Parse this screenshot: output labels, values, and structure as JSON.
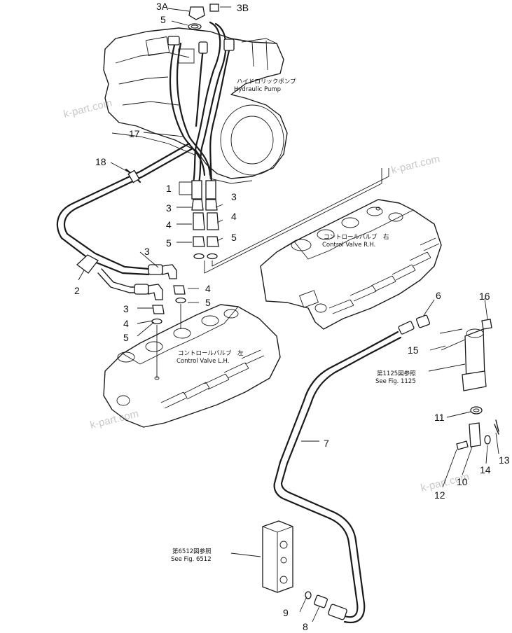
{
  "watermark": "k-part.com",
  "callouts": {
    "c3A": "3A",
    "c3B": "3B",
    "c5top": "5",
    "c17": "17",
    "c18": "18",
    "c1": "1",
    "c3L": "3",
    "c4L": "4",
    "c5L": "5",
    "c3R": "3",
    "c4R": "4",
    "c5R": "5",
    "c3mid": "3",
    "c2": "2",
    "c4mid": "4",
    "c5mid": "5",
    "c3low": "3",
    "c4low": "4",
    "c5low": "5",
    "c6": "6",
    "c16": "16",
    "c15": "15",
    "c7": "7",
    "c11": "11",
    "c10": "10",
    "c12": "12",
    "c13": "13",
    "c14": "14",
    "c9": "9",
    "c8": "8"
  },
  "labels": {
    "pump_jp": "ハイドロリックポンプ",
    "pump_en": "Hydraulic  Pump",
    "cvr_jp": "コントロールバルブ　右",
    "cvr_en": "Control  Valve   R.H.",
    "cvl_jp": "コントロールバルブ　左",
    "cvl_en": "Control  Valve   L.H.",
    "fig1125_jp": "第1125図参照",
    "fig1125_en": "See  Fig. 1125",
    "fig6512_jp": "第6512図参照",
    "fig6512_en": "See  Fig. 6512"
  }
}
